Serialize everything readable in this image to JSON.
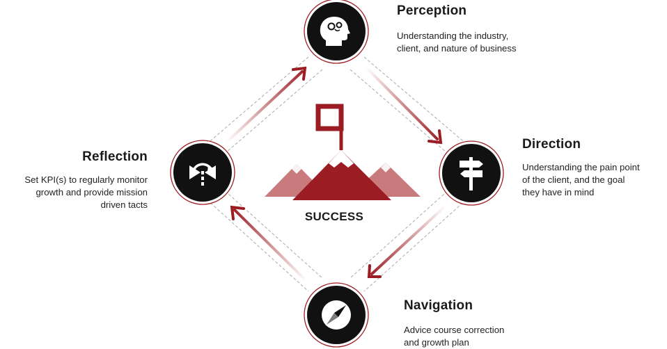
{
  "center": {
    "label": "SUCCESS"
  },
  "stages": {
    "perception": {
      "title": "Perception",
      "lines": [
        "Understanding the industry,",
        "client, and nature of business"
      ],
      "icon": "head-gears-icon"
    },
    "direction": {
      "title": "Direction",
      "lines": [
        "Understanding the pain point",
        "of the client, and the goal",
        "they have in mind"
      ],
      "icon": "signpost-icon"
    },
    "navigation": {
      "title": "Navigation",
      "lines": [
        "Advice course correction",
        "and growth plan"
      ],
      "icon": "compass-icon"
    },
    "reflection": {
      "title": "Reflection",
      "lines": [
        "Set KPI(s) to regularly monitor",
        "growth and provide mission",
        "driven tacts"
      ],
      "icon": "kpi-cycle-icon"
    }
  },
  "colors": {
    "accent": "#9b1c22",
    "accent_light": "#c97a7c",
    "node_fill": "#111111",
    "node_ring": "#9b1c22",
    "dashed": "#9a9a9a"
  }
}
